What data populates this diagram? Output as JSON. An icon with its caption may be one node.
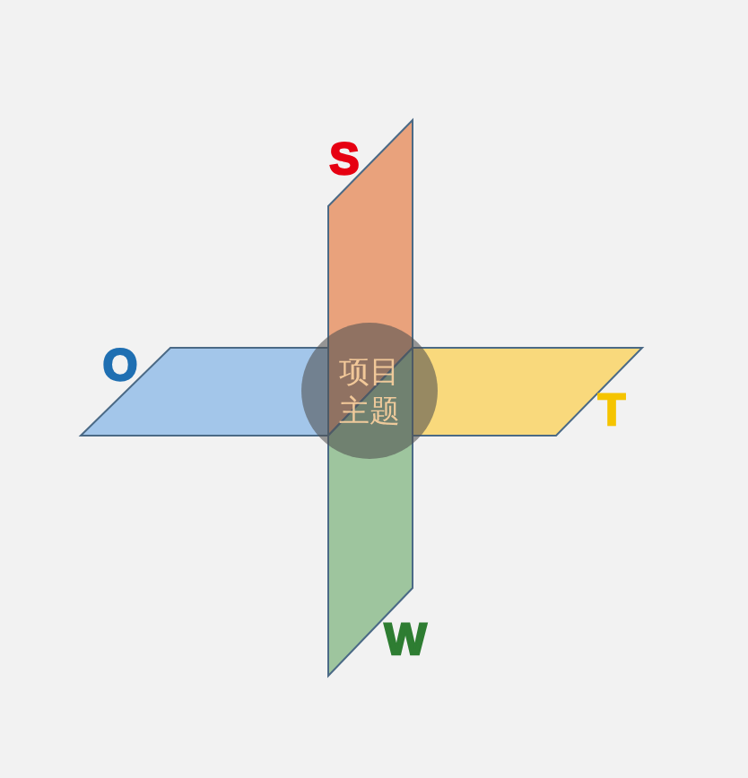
{
  "diagram": {
    "nodes": [
      {
        "text": [
          "S"
        ]
      },
      {
        "text": [
          "O"
        ]
      },
      {
        "text": [
          "项目主题"
        ]
      },
      {
        "text": [
          "T"
        ]
      },
      {
        "text": [
          "W"
        ]
      }
    ]
  }
}
